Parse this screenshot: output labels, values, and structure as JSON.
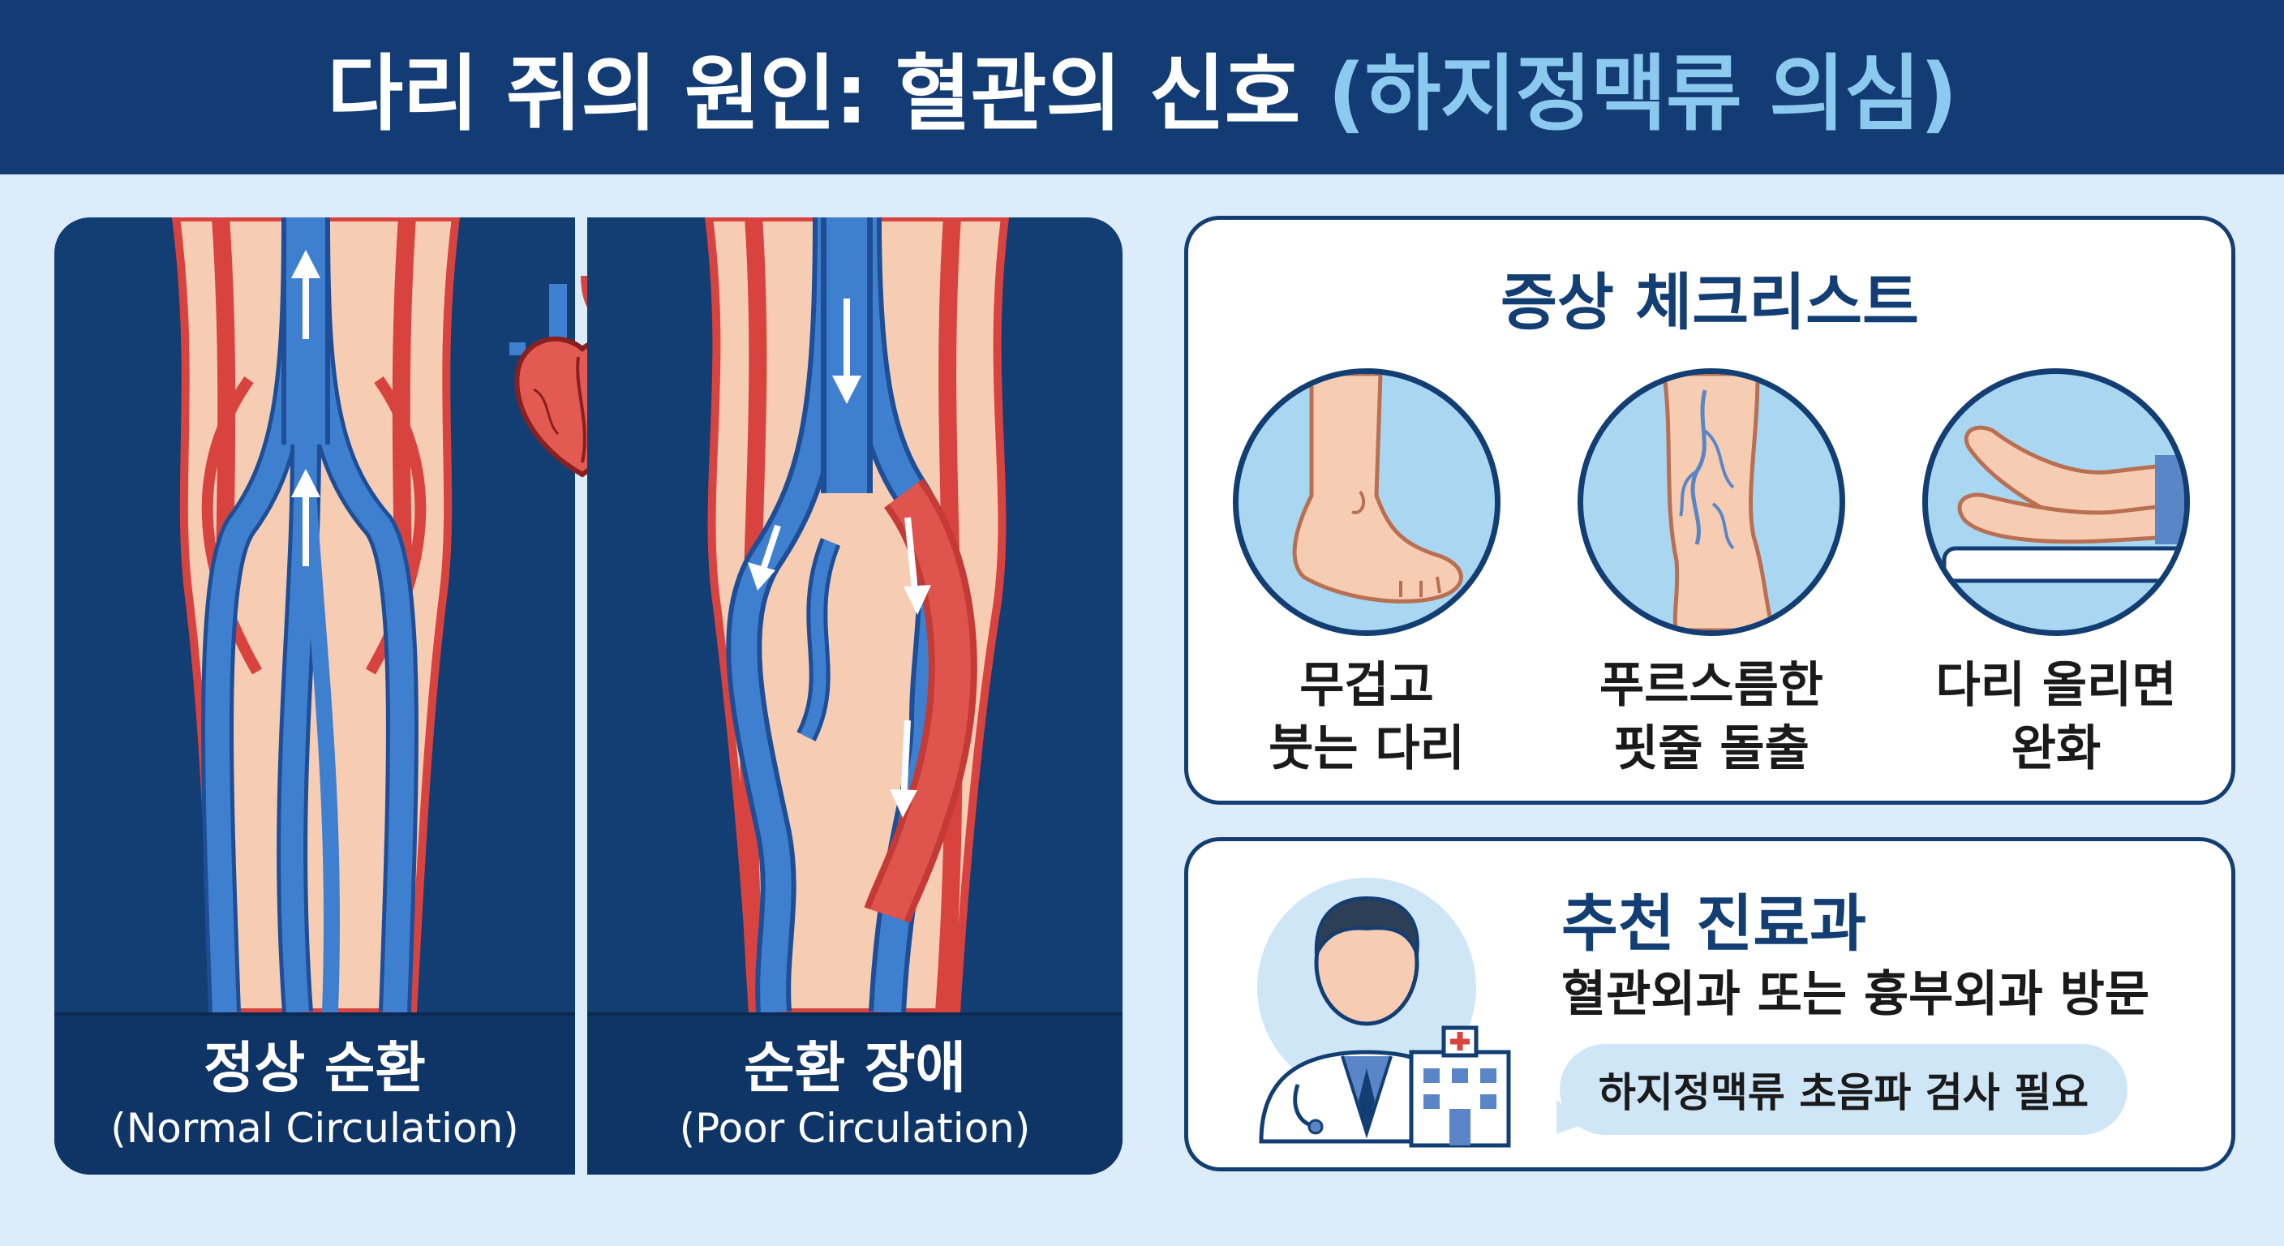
{
  "header": {
    "title_main": "다리 쥐의 원인: 혈관의 신호 ",
    "title_accent": "(하지정맥류 의심)"
  },
  "legs": {
    "normal": {
      "label_ko": "정상 순환",
      "label_en": "(Normal Circulation)"
    },
    "poor": {
      "label_ko": "순환 장애",
      "label_en": "(Poor Circulation)"
    }
  },
  "checklist": {
    "title": "증상 체크리스트",
    "items": [
      {
        "label": "무겁고\n붓는 다리",
        "icon": "swollen-foot-icon"
      },
      {
        "label": "푸르스름한\n핏줄 돌출",
        "icon": "varicose-leg-icon"
      },
      {
        "label": "다리 올리면\n완화",
        "icon": "raised-legs-icon"
      }
    ]
  },
  "clinic": {
    "title": "추천 진료과",
    "subtitle": "혈관외과 또는 흉부외과 방문",
    "note": "하지정맥류 초음파 검사 필요"
  },
  "colors": {
    "navy": "#123c73",
    "accent_blue": "#8cc9ee",
    "vein_blue": "#3f7fd0",
    "artery_red": "#d8433f",
    "skin": "#f6cdb3"
  }
}
